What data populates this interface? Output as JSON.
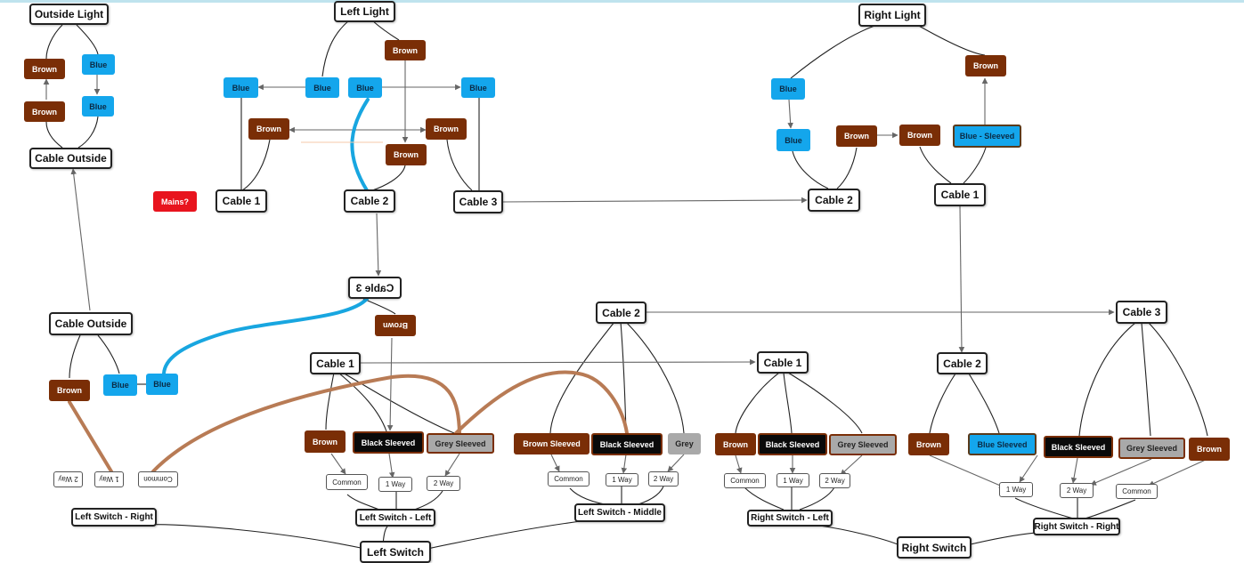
{
  "nodes": {
    "outside_light": "Outside Light",
    "ol_brown_1": "Brown",
    "ol_blue_1": "Blue",
    "ol_brown_2": "Brown",
    "ol_blue_2": "Blue",
    "cable_outside_top": "Cable Outside",
    "left_light": "Left Light",
    "ll_brown_top": "Brown",
    "ll_blue_left": "Blue",
    "ll_blue_mid": "Blue",
    "ll_blue_mid2": "Blue",
    "ll_blue_right": "Blue",
    "ll_brown_mid": "Brown",
    "ll_brown_right": "Brown",
    "ll_brown_low": "Brown",
    "mains": "Mains?",
    "ll_cable1": "Cable 1",
    "ll_cable2": "Cable 2",
    "ll_cable3": "Cable 3",
    "right_light": "Right Light",
    "rl_blue_top": "Blue",
    "rl_brown_top": "Brown",
    "rl_blue_low": "Blue",
    "rl_brown_a": "Brown",
    "rl_brown_b": "Brown",
    "rl_blue_sleeved": "Blue - Sleeved",
    "rl_cable2": "Cable 2",
    "rl_cable1": "Cable 1",
    "cable3_mirrored": "Cable 3",
    "brown_mirrored": "Brown",
    "cable_outside_low": "Cable Outside",
    "co_brown": "Brown",
    "co_blue_a": "Blue",
    "co_blue_b": "Blue",
    "ls_r_2way": "2 Way",
    "ls_r_1way": "1 Way",
    "ls_r_common": "Common",
    "left_switch_right": "Left Switch - Right",
    "lsl_cable1": "Cable 1",
    "lsl_brown": "Brown",
    "lsl_black": "Black Sleeved",
    "lsl_grey": "Grey Sleeved",
    "lsl_common": "Common",
    "lsl_1way": "1 Way",
    "lsl_2way": "2 Way",
    "left_switch_left": "Left Switch - Left",
    "lsm_cable2": "Cable 2",
    "lsm_brown": "Brown Sleeved",
    "lsm_black": "Black Sleeved",
    "lsm_grey": "Grey",
    "lsm_common": "Common",
    "lsm_1way": "1 Way",
    "lsm_2way": "2 Way",
    "left_switch_middle": "Left Switch - Middle",
    "left_switch": "Left Switch",
    "rsl_cable1": "Cable 1",
    "rsl_brown": "Brown",
    "rsl_black": "Black Sleeved",
    "rsl_grey": "Grey Sleeved",
    "rsl_common": "Common",
    "rsl_1way": "1 Way",
    "rsl_2way": "2 Way",
    "right_switch_left": "Right Switch - Left",
    "rsr_cable2": "Cable 2",
    "rsr_cable3": "Cable 3",
    "rsr_brown": "Brown",
    "rsr_blue": "Blue Sleeved",
    "rsr_black": "Black Sleeved",
    "rsr_grey": "Grey Sleeved",
    "rsr_brown2": "Brown",
    "rsr_1way": "1 Way",
    "rsr_2way": "2 Way",
    "rsr_common": "Common",
    "right_switch_right": "Right Switch - Right",
    "right_switch": "Right Switch"
  },
  "colors": {
    "brown": "#7a2e06",
    "blue": "#14a6ec",
    "black": "#0a0a0a",
    "grey": "#a9a9a9",
    "red": "#e8141e",
    "highlight_blue": "#18a6e0",
    "highlight_brown": "#b87b55"
  }
}
